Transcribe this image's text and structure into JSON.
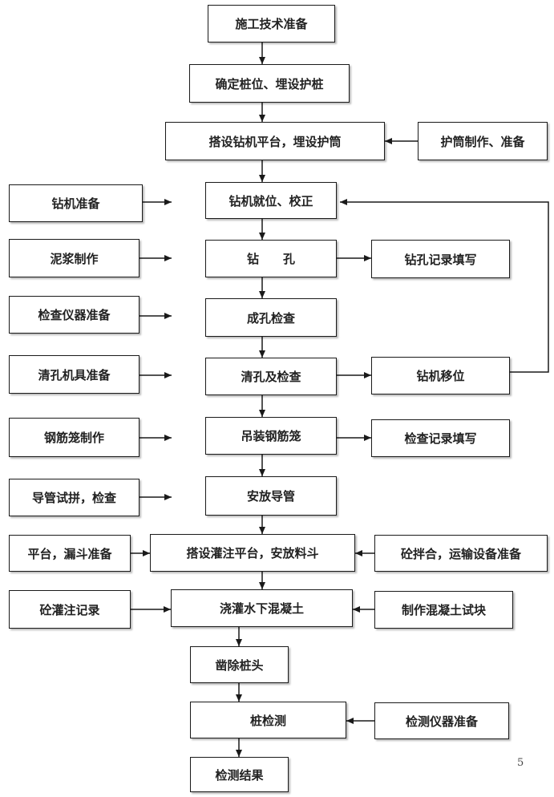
{
  "flowchart": {
    "main_steps": [
      "施工技术准备",
      "确定桩位、埋设护桩",
      "搭设钻机平台，埋设护筒",
      "钻机就位、校正",
      "钻　　孔",
      "成孔检查",
      "清孔及检查",
      "吊装钢筋笼",
      "安放导管",
      "搭设灌注平台，安放料斗",
      "浇灌水下混凝土",
      "凿除桩头",
      "桩检测",
      "检测结果"
    ],
    "left_inputs": [
      "钻机准备",
      "泥浆制作",
      "检查仪器准备",
      "清孔机具准备",
      "钢筋笼制作",
      "导管试拼，检查",
      "平台，漏斗准备",
      "砼灌注记录"
    ],
    "right_boxes": [
      "护筒制作、准备",
      "钻孔记录填写",
      "钻机移位",
      "检查记录填写",
      "砼拌合，运输设备准备",
      "制作混凝土试块",
      "检测仪器准备"
    ]
  },
  "page_number": "5"
}
